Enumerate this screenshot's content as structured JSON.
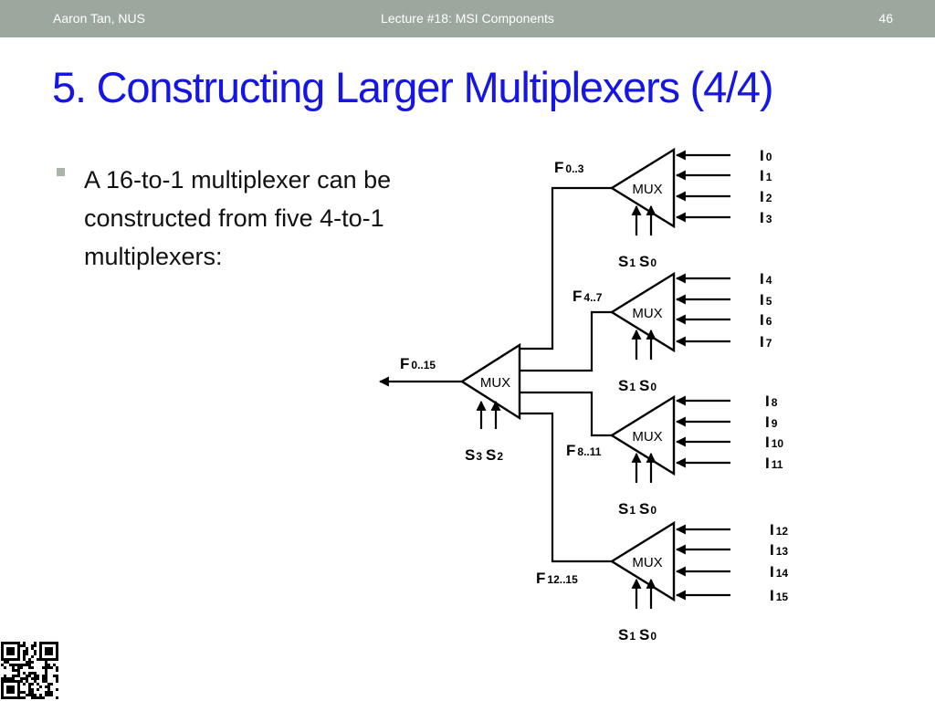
{
  "header": {
    "author": "Aaron Tan, NUS",
    "lecture": "Lecture #18: MSI Components",
    "slide_number": "46"
  },
  "title": "5. Constructing Larger Multiplexers (4/4)",
  "bullet": {
    "icon": "square-bullet-icon",
    "text": "A 16-to-1 multiplexer can be constructed from five 4-to-1 multiplexers:"
  },
  "diagram": {
    "mux_label": "MUX",
    "final_output": {
      "letter": "F",
      "sub": "0..15"
    },
    "final_selects": [
      {
        "letter": "S",
        "sub": "3"
      },
      {
        "letter": "S",
        "sub": "2"
      }
    ],
    "stage_selects": [
      {
        "letter": "S",
        "sub": "1"
      },
      {
        "letter": "S",
        "sub": "0"
      }
    ],
    "muxes": [
      {
        "output": {
          "letter": "F",
          "sub": "0..3"
        },
        "inputs": [
          {
            "letter": "I",
            "sub": "0"
          },
          {
            "letter": "I",
            "sub": "1"
          },
          {
            "letter": "I",
            "sub": "2"
          },
          {
            "letter": "I",
            "sub": "3"
          }
        ]
      },
      {
        "output": {
          "letter": "F",
          "sub": "4..7"
        },
        "inputs": [
          {
            "letter": "I",
            "sub": "4"
          },
          {
            "letter": "I",
            "sub": "5"
          },
          {
            "letter": "I",
            "sub": "6"
          },
          {
            "letter": "I",
            "sub": "7"
          }
        ]
      },
      {
        "output": {
          "letter": "F",
          "sub": "8..11"
        },
        "inputs": [
          {
            "letter": "I",
            "sub": "8"
          },
          {
            "letter": "I",
            "sub": "9"
          },
          {
            "letter": "I",
            "sub": "10"
          },
          {
            "letter": "I",
            "sub": "11"
          }
        ]
      },
      {
        "output": {
          "letter": "F",
          "sub": "12..15"
        },
        "inputs": [
          {
            "letter": "I",
            "sub": "12"
          },
          {
            "letter": "I",
            "sub": "13"
          },
          {
            "letter": "I",
            "sub": "14"
          },
          {
            "letter": "I",
            "sub": "15"
          }
        ]
      }
    ]
  },
  "colors": {
    "header_bg": "#9ca89d",
    "title": "#1515e6",
    "bullet": "#a8b5a9"
  },
  "qr_icon": "qr-code-icon"
}
